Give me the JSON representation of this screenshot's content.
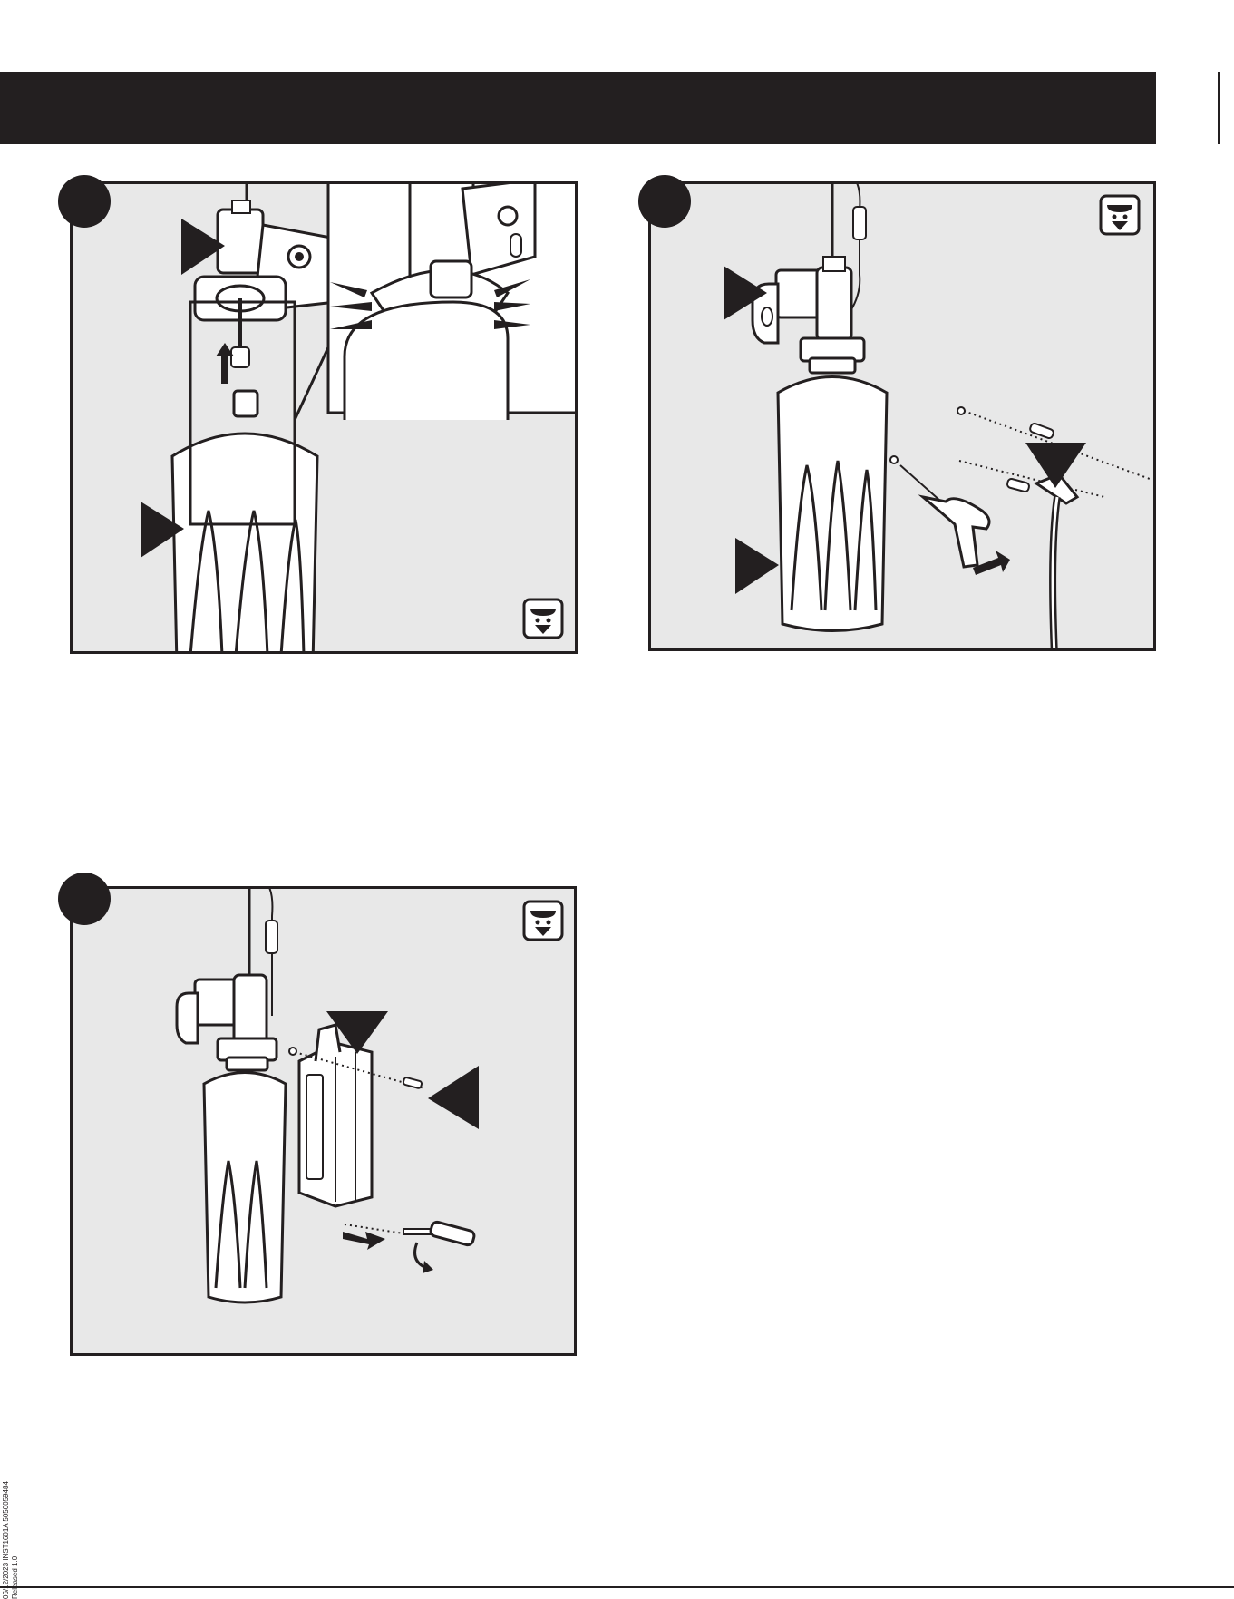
{
  "header": {
    "color": "#231f20"
  },
  "panels": [
    {
      "id": "step-a",
      "bg": "#e8e8e8",
      "icon": "water-shutoff-icon"
    },
    {
      "id": "step-b",
      "bg": "#e8e8e8",
      "icon": "water-shutoff-icon"
    },
    {
      "id": "step-c",
      "bg": "#e8e8e8",
      "icon": "water-shutoff-icon"
    }
  ],
  "footer": {
    "doc_line1": "06/12/2023  INST1601A  5050059484",
    "doc_line2": "Released 1.0"
  }
}
